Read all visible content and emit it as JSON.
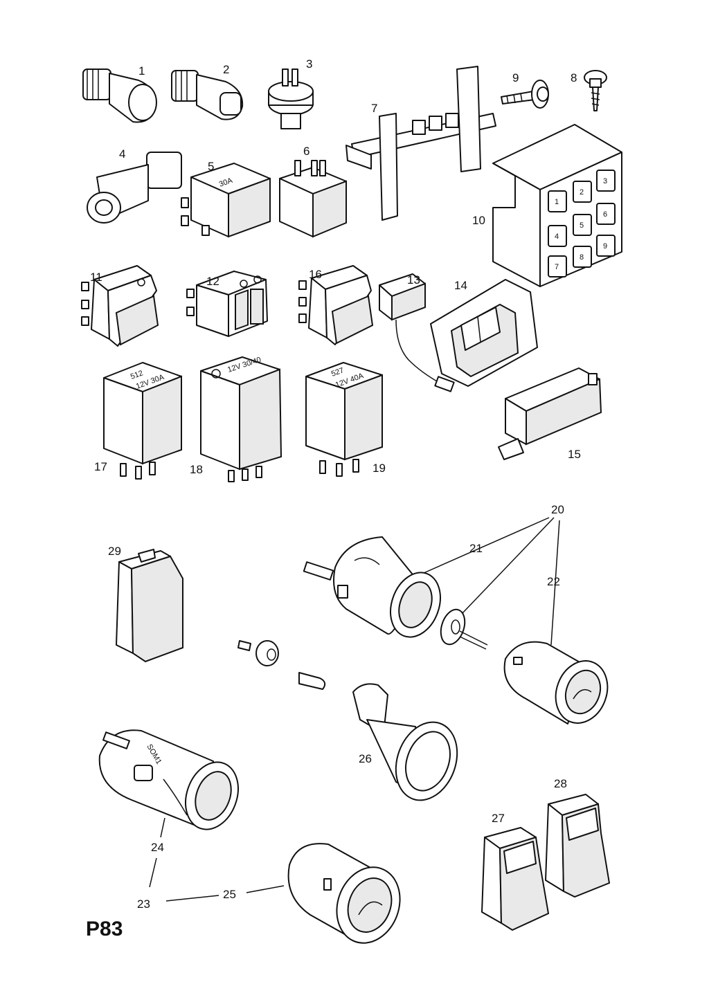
{
  "page_code": "P83",
  "callouts": [
    "1",
    "2",
    "3",
    "4",
    "5",
    "6",
    "7",
    "8",
    "9",
    "10",
    "11",
    "12",
    "13",
    "14",
    "15",
    "16",
    "17",
    "18",
    "19",
    "20",
    "21",
    "22",
    "23",
    "24",
    "25",
    "26",
    "27",
    "28",
    "29"
  ],
  "relay_markings": {
    "relay_5": "30A",
    "relay_17": [
      "512",
      "12V 30A"
    ],
    "relay_18": "12V 30/40",
    "relay_19": [
      "527",
      "12V 40A"
    ],
    "lighter_24": "SOM1"
  },
  "fuse_box_numbers": [
    "1",
    "2",
    "3",
    "4",
    "5",
    "6",
    "7",
    "8",
    "9"
  ]
}
